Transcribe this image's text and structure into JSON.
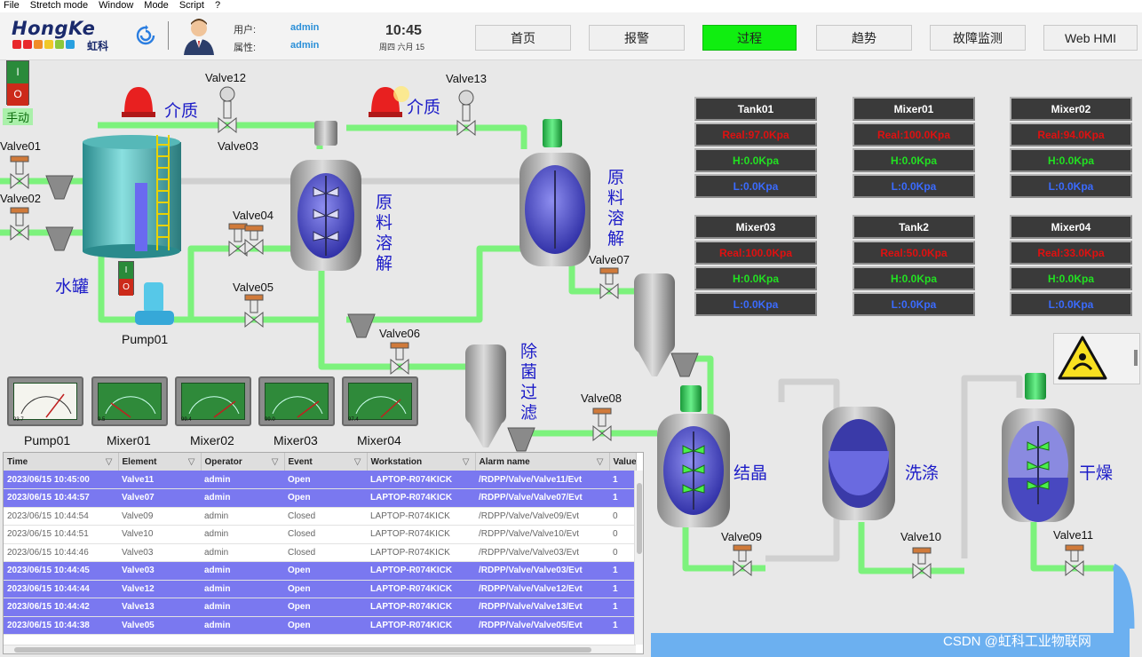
{
  "menu": [
    "File",
    "Stretch mode",
    "Window",
    "Mode",
    "Script",
    "?"
  ],
  "brand": {
    "name": "HongKe",
    "cn": "虹科",
    "square_colors": [
      "#e8282c",
      "#e8282c",
      "#f08c28",
      "#f0c828",
      "#8cc83c",
      "#28a0e0"
    ]
  },
  "user": {
    "user_label": "用户:",
    "user_value": "admin",
    "attr_label": "属性:",
    "attr_value": "admin"
  },
  "clock": {
    "time": "10:45",
    "date": "周四 六月 15"
  },
  "nav": [
    "首页",
    "报警",
    "过程",
    "趋势",
    "故障监测",
    "Web HMI"
  ],
  "nav_active": "过程",
  "manual": {
    "on": "I",
    "off": "O",
    "label": "手动"
  },
  "pump_switch": {
    "on": "I",
    "off": "O"
  },
  "labels": {
    "medium": "介质",
    "water_tank": "水罐",
    "dissolve": "原料溶解",
    "sterilize": "除菌过滤",
    "crystal": "结晶",
    "wash": "洗涤",
    "dry": "干燥",
    "pump": "Pump01"
  },
  "valves": [
    "Valve01",
    "Valve02",
    "Valve03",
    "Valve04",
    "Valve05",
    "Valve06",
    "Valve07",
    "Valve08",
    "Valve09",
    "Valve10",
    "Valve11",
    "Valve12",
    "Valve13"
  ],
  "panels": [
    {
      "title": "Tank01",
      "real": "Real:97.0Kpa",
      "high": "H:0.0Kpa",
      "low": "L:0.0Kpa"
    },
    {
      "title": "Mixer01",
      "real": "Real:100.0Kpa",
      "high": "H:0.0Kpa",
      "low": "L:0.0Kpa"
    },
    {
      "title": "Mixer02",
      "real": "Real:94.0Kpa",
      "high": "H:0.0Kpa",
      "low": "L:0.0Kpa"
    },
    {
      "title": "Mixer03",
      "real": "Real:100.0Kpa",
      "high": "H:0.0Kpa",
      "low": "L:0.0Kpa"
    },
    {
      "title": "Tank2",
      "real": "Real:50.0Kpa",
      "high": "H:0.0Kpa",
      "low": "L:0.0Kpa"
    },
    {
      "title": "Mixer04",
      "real": "Real:33.0Kpa",
      "high": "H:0.0Kpa",
      "low": "L:0.0Kpa"
    }
  ],
  "gauges": [
    {
      "name": "Pump01",
      "value": "93.7"
    },
    {
      "name": "Mixer01",
      "value": "9.5"
    },
    {
      "name": "Mixer02",
      "value": "99.4"
    },
    {
      "name": "Mixer03",
      "value": "99.0"
    },
    {
      "name": "Mixer04",
      "value": "97.4"
    }
  ],
  "alarm": {
    "columns": [
      "Time",
      "Element",
      "Operator",
      "Event",
      "Workstation",
      "Alarm name",
      "Value"
    ],
    "rows": [
      {
        "state": "act",
        "cells": [
          "2023/06/15 10:45:00",
          "Valve11",
          "admin",
          "Open",
          "LAPTOP-R074KICK",
          "/RDPP/Valve/Valve11/Evt",
          "1"
        ]
      },
      {
        "state": "act",
        "cells": [
          "2023/06/15 10:44:57",
          "Valve07",
          "admin",
          "Open",
          "LAPTOP-R074KICK",
          "/RDPP/Valve/Valve07/Evt",
          "1"
        ]
      },
      {
        "state": "clr",
        "cells": [
          "2023/06/15 10:44:54",
          "Valve09",
          "admin",
          "Closed",
          "LAPTOP-R074KICK",
          "/RDPP/Valve/Valve09/Evt",
          "0"
        ]
      },
      {
        "state": "clr",
        "cells": [
          "2023/06/15 10:44:51",
          "Valve10",
          "admin",
          "Closed",
          "LAPTOP-R074KICK",
          "/RDPP/Valve/Valve10/Evt",
          "0"
        ]
      },
      {
        "state": "clr",
        "cells": [
          "2023/06/15 10:44:46",
          "Valve03",
          "admin",
          "Closed",
          "LAPTOP-R074KICK",
          "/RDPP/Valve/Valve03/Evt",
          "0"
        ]
      },
      {
        "state": "act",
        "cells": [
          "2023/06/15 10:44:45",
          "Valve03",
          "admin",
          "Open",
          "LAPTOP-R074KICK",
          "/RDPP/Valve/Valve03/Evt",
          "1"
        ]
      },
      {
        "state": "act",
        "cells": [
          "2023/06/15 10:44:44",
          "Valve12",
          "admin",
          "Open",
          "LAPTOP-R074KICK",
          "/RDPP/Valve/Valve12/Evt",
          "1"
        ]
      },
      {
        "state": "act",
        "cells": [
          "2023/06/15 10:44:42",
          "Valve13",
          "admin",
          "Open",
          "LAPTOP-R074KICK",
          "/RDPP/Valve/Valve13/Evt",
          "1"
        ]
      },
      {
        "state": "act",
        "cells": [
          "2023/06/15 10:44:38",
          "Valve05",
          "admin",
          "Open",
          "LAPTOP-R074KICK",
          "/RDPP/Valve/Valve05/Evt",
          "1"
        ]
      }
    ]
  },
  "watermark": "CSDN @虹科工业物联网",
  "colors": {
    "pipe_active": "#7cf27c",
    "pipe_idle": "#d4d4d4",
    "nav_active": "#10ee10",
    "alarm_active_row": "#7a78f0",
    "liquid": "#5a5ad8",
    "water": "#6cb8f0"
  }
}
